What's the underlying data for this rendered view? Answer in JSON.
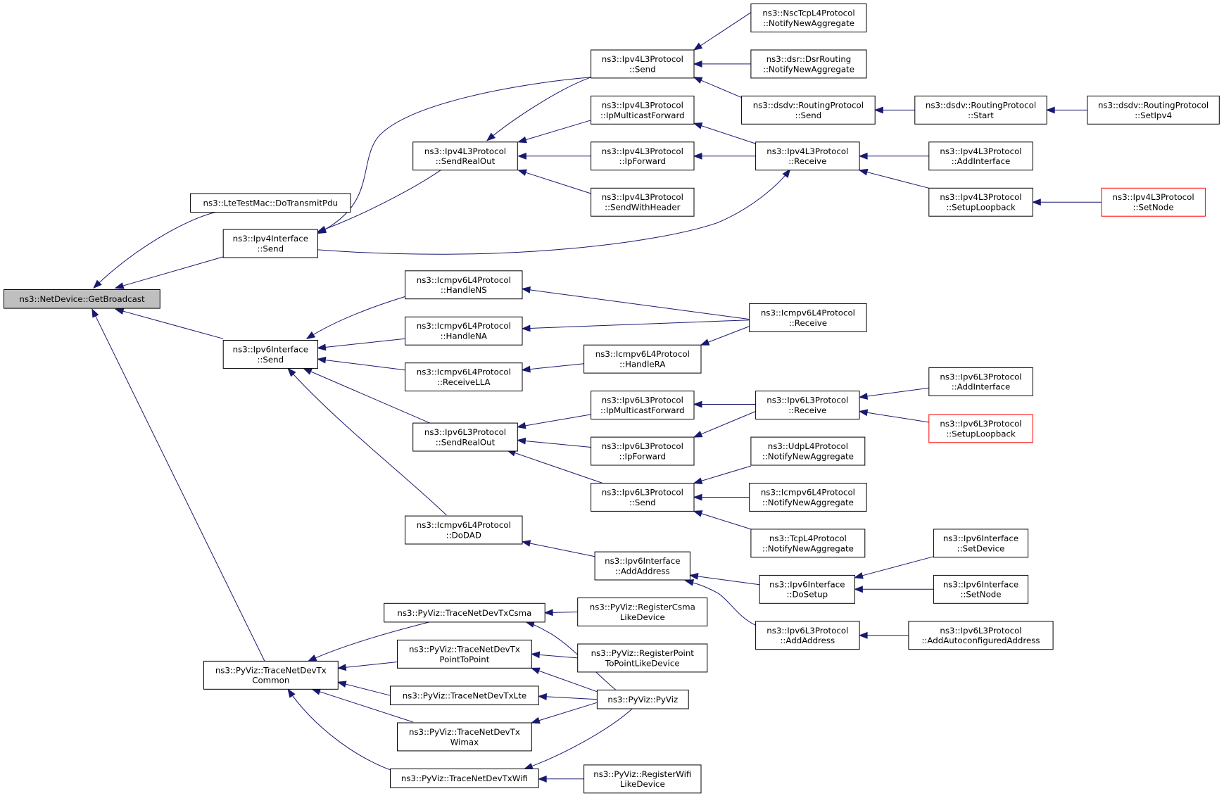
{
  "colors": {
    "edge": "#191970",
    "node_border": "#000000",
    "root_fill": "#bfbfbf",
    "truncated_border": "#ff0000"
  },
  "nodes": [
    {
      "id": "n0",
      "lines": [
        "ns3::NetDevice::GetBroadcast"
      ],
      "root": true
    },
    {
      "id": "n1",
      "lines": [
        "ns3::LteTestMac::DoTransmitPdu"
      ]
    },
    {
      "id": "n2",
      "lines": [
        "ns3::Ipv4Interface",
        "::Send"
      ]
    },
    {
      "id": "n3",
      "lines": [
        "ns3::Ipv6Interface",
        "::Send"
      ]
    },
    {
      "id": "n4",
      "lines": [
        "ns3::PyViz::TraceNetDevTx",
        "Common"
      ]
    },
    {
      "id": "n5",
      "lines": [
        "ns3::Ipv4L3Protocol",
        "::SendRealOut"
      ]
    },
    {
      "id": "n6",
      "lines": [
        "ns3::Ipv4L3Protocol",
        "::Send"
      ]
    },
    {
      "id": "n7",
      "lines": [
        "ns3::Ipv4L3Protocol",
        "::IpMulticastForward"
      ]
    },
    {
      "id": "n8",
      "lines": [
        "ns3::Ipv4L3Protocol",
        "::IpForward"
      ]
    },
    {
      "id": "n9",
      "lines": [
        "ns3::Ipv4L3Protocol",
        "::SendWithHeader"
      ]
    },
    {
      "id": "n10",
      "lines": [
        "ns3::NscTcpL4Protocol",
        "::NotifyNewAggregate"
      ]
    },
    {
      "id": "n11",
      "lines": [
        "ns3::dsr::DsrRouting",
        "::NotifyNewAggregate"
      ]
    },
    {
      "id": "n12",
      "lines": [
        "ns3::dsdv::RoutingProtocol",
        "::Send"
      ]
    },
    {
      "id": "n13",
      "lines": [
        "ns3::Ipv4L3Protocol",
        "::Receive"
      ]
    },
    {
      "id": "n14",
      "lines": [
        "ns3::dsdv::RoutingProtocol",
        "::Start"
      ]
    },
    {
      "id": "n15",
      "lines": [
        "ns3::dsdv::RoutingProtocol",
        "::SetIpv4"
      ]
    },
    {
      "id": "n16",
      "lines": [
        "ns3::Ipv4L3Protocol",
        "::AddInterface"
      ]
    },
    {
      "id": "n17",
      "lines": [
        "ns3::Ipv4L3Protocol",
        "::SetupLoopback"
      ]
    },
    {
      "id": "n18",
      "lines": [
        "ns3::Ipv4L3Protocol",
        "::SetNode"
      ],
      "truncated": true
    },
    {
      "id": "n19",
      "lines": [
        "ns3::Icmpv6L4Protocol",
        "::HandleNS"
      ]
    },
    {
      "id": "n20",
      "lines": [
        "ns3::Icmpv6L4Protocol",
        "::HandleNA"
      ]
    },
    {
      "id": "n21",
      "lines": [
        "ns3::Icmpv6L4Protocol",
        "::ReceiveLLA"
      ]
    },
    {
      "id": "n22",
      "lines": [
        "ns3::Ipv6L3Protocol",
        "::SendRealOut"
      ]
    },
    {
      "id": "n23",
      "lines": [
        "ns3::Icmpv6L4Protocol",
        "::DoDAD"
      ]
    },
    {
      "id": "n24",
      "lines": [
        "ns3::Icmpv6L4Protocol",
        "::Receive"
      ]
    },
    {
      "id": "n25",
      "lines": [
        "ns3::Icmpv6L4Protocol",
        "::HandleRA"
      ]
    },
    {
      "id": "n26",
      "lines": [
        "ns3::Ipv6L3Protocol",
        "::IpMulticastForward"
      ]
    },
    {
      "id": "n27",
      "lines": [
        "ns3::Ipv6L3Protocol",
        "::IpForward"
      ]
    },
    {
      "id": "n28",
      "lines": [
        "ns3::Ipv6L3Protocol",
        "::Send"
      ]
    },
    {
      "id": "n29",
      "lines": [
        "ns3::Ipv6L3Protocol",
        "::Receive"
      ]
    },
    {
      "id": "n30",
      "lines": [
        "ns3::Ipv6L3Protocol",
        "::AddInterface"
      ]
    },
    {
      "id": "n31",
      "lines": [
        "ns3::Ipv6L3Protocol",
        "::SetupLoopback"
      ],
      "truncated": true
    },
    {
      "id": "n32",
      "lines": [
        "ns3::UdpL4Protocol",
        "::NotifyNewAggregate"
      ]
    },
    {
      "id": "n33",
      "lines": [
        "ns3::Icmpv6L4Protocol",
        "::NotifyNewAggregate"
      ]
    },
    {
      "id": "n34",
      "lines": [
        "ns3::TcpL4Protocol",
        "::NotifyNewAggregate"
      ]
    },
    {
      "id": "n35",
      "lines": [
        "ns3::Ipv6Interface",
        "::AddAddress"
      ]
    },
    {
      "id": "n36",
      "lines": [
        "ns3::Ipv6Interface",
        "::DoSetup"
      ]
    },
    {
      "id": "n37",
      "lines": [
        "ns3::Ipv6L3Protocol",
        "::AddAddress"
      ]
    },
    {
      "id": "n38",
      "lines": [
        "ns3::Ipv6Interface",
        "::SetDevice"
      ]
    },
    {
      "id": "n39",
      "lines": [
        "ns3::Ipv6Interface",
        "::SetNode"
      ]
    },
    {
      "id": "n40",
      "lines": [
        "ns3::Ipv6L3Protocol",
        "::AddAutoconfiguredAddress"
      ]
    },
    {
      "id": "n41",
      "lines": [
        "ns3::PyViz::TraceNetDevTxCsma"
      ]
    },
    {
      "id": "n42",
      "lines": [
        "ns3::PyViz::TraceNetDevTx",
        "PointToPoint"
      ]
    },
    {
      "id": "n43",
      "lines": [
        "ns3::PyViz::TraceNetDevTxLte"
      ]
    },
    {
      "id": "n44",
      "lines": [
        "ns3::PyViz::TraceNetDevTx",
        "Wimax"
      ]
    },
    {
      "id": "n45",
      "lines": [
        "ns3::PyViz::TraceNetDevTxWifi"
      ]
    },
    {
      "id": "n46",
      "lines": [
        "ns3::PyViz::RegisterCsma",
        "LikeDevice"
      ]
    },
    {
      "id": "n47",
      "lines": [
        "ns3::PyViz::RegisterPoint",
        "ToPointLikeDevice"
      ]
    },
    {
      "id": "n48",
      "lines": [
        "ns3::PyViz::PyViz"
      ]
    },
    {
      "id": "n49",
      "lines": [
        "ns3::PyViz::RegisterWifi",
        "LikeDevice"
      ]
    }
  ]
}
